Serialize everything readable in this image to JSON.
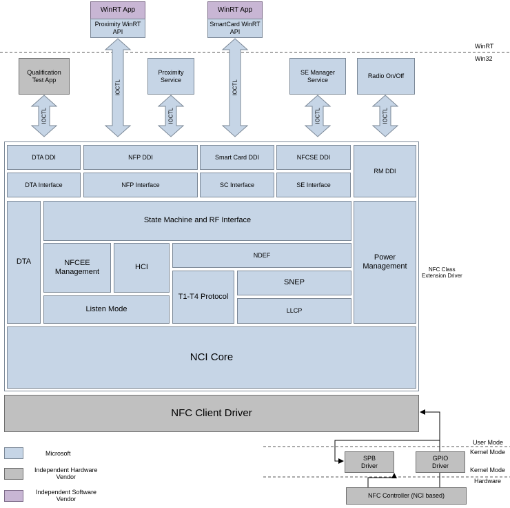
{
  "apps": {
    "winrt_app_1": "WinRT App",
    "proximity_api": "Proximity WinRT\nAPI",
    "winrt_app_2": "WinRT App",
    "smartcard_api": "SmartCard WinRT\nAPI"
  },
  "layers": {
    "winrt": "WinRT",
    "win32": "Win32",
    "user_mode": "User Mode",
    "kernel_mode_1": "Kernel Mode",
    "kernel_mode_2": "Kernel Mode",
    "hardware": "Hardware"
  },
  "services": {
    "qualification": "Qualification\nTest App",
    "proximity": "Proximity\nService",
    "se_manager": "SE Manager\nService",
    "radio": "Radio On/Off"
  },
  "ioctl_label": "IOCTL",
  "ddi": {
    "dta": "DTA DDI",
    "nfp": "NFP DDI",
    "smart_card": "Smart Card DDI",
    "nfcse": "NFCSE DDI",
    "rm": "RM DDI"
  },
  "interfaces": {
    "dta": "DTA Interface",
    "nfp": "NFP Interface",
    "sc": "SC Interface",
    "se": "SE Interface"
  },
  "core": {
    "dta": "DTA",
    "state_machine": "State Machine and RF Interface",
    "power": "Power\nManagement",
    "nfcee": "NFCEE\nManagement",
    "hci": "HCI",
    "ndef": "NDEF",
    "t1t4": "T1-T4 Protocol",
    "snep": "SNEP",
    "listen": "Listen Mode",
    "llcp": "LLCP",
    "nci_core": "NCI Core"
  },
  "nfc_class_label": "NFC Class\nExtension Driver",
  "client_driver": "NFC Client Driver",
  "drivers": {
    "spb": "SPB\nDriver",
    "gpio": "GPIO\nDriver",
    "controller": "NFC Controller (NCI based)"
  },
  "legend": {
    "microsoft": "Microsoft",
    "ihv": "Independent Hardware\nVendor",
    "isv": "Independent Software\nVendor"
  },
  "colors": {
    "microsoft": "#c6d5e6",
    "ihv": "#c0c0c0",
    "isv": "#c8b6d4"
  }
}
